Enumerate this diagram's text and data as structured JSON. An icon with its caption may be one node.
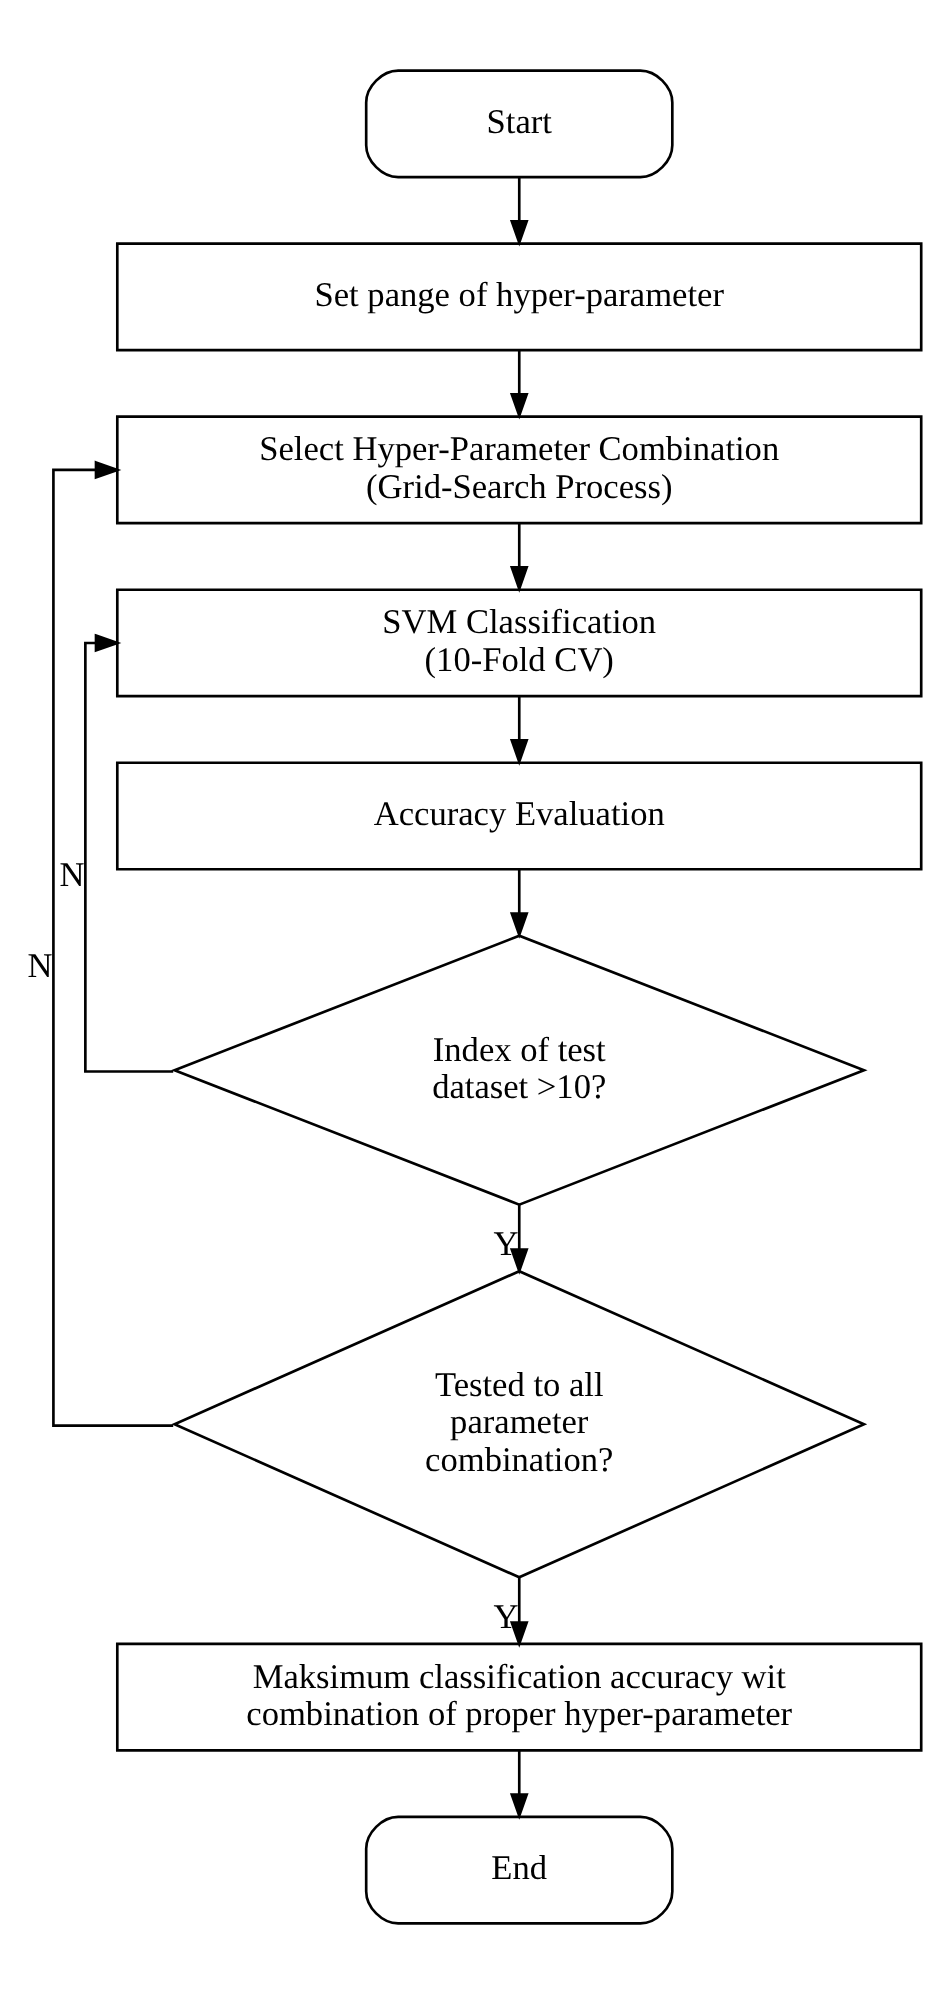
{
  "diagram": {
    "nodes": [
      {
        "text": [
          "Start"
        ]
      },
      {
        "text": [
          "Set pange of hyper-parameter"
        ]
      },
      {
        "text": [
          "Select Hyper-Parameter Combination (Grid-Search Process)"
        ]
      },
      {
        "text": [
          "SVM Classification (10-Fold CV)"
        ]
      },
      {
        "text": [
          "Accuracy Evaluation"
        ]
      },
      {
        "text": [
          "Index of test dataset >10?"
        ]
      },
      {
        "text": [
          "Tested to all parameter combination?"
        ]
      },
      {
        "text": [
          "Maksimum classification accuracy wit combination of proper hyper-parameter"
        ]
      },
      {
        "text": [
          "End"
        ]
      }
    ],
    "edges": [
      {
        "from": 0,
        "to": 1,
        "arrow": "to"
      },
      {
        "from": 1,
        "to": 2,
        "arrow": "to"
      },
      {
        "from": 2,
        "to": 3,
        "arrow": "to"
      },
      {
        "from": 3,
        "to": 4,
        "arrow": "to"
      },
      {
        "from": 4,
        "to": 5,
        "arrow": "to"
      },
      {
        "from": 5,
        "to": 3,
        "label": "N",
        "arrow": "to"
      },
      {
        "from": 5,
        "to": 6,
        "label": "Y",
        "arrow": "to"
      },
      {
        "from": 6,
        "to": 2,
        "label": "N",
        "arrow": "to"
      },
      {
        "from": 6,
        "to": 7,
        "label": "Y",
        "arrow": "to"
      },
      {
        "from": 7,
        "to": 8,
        "arrow": "to"
      }
    ]
  }
}
